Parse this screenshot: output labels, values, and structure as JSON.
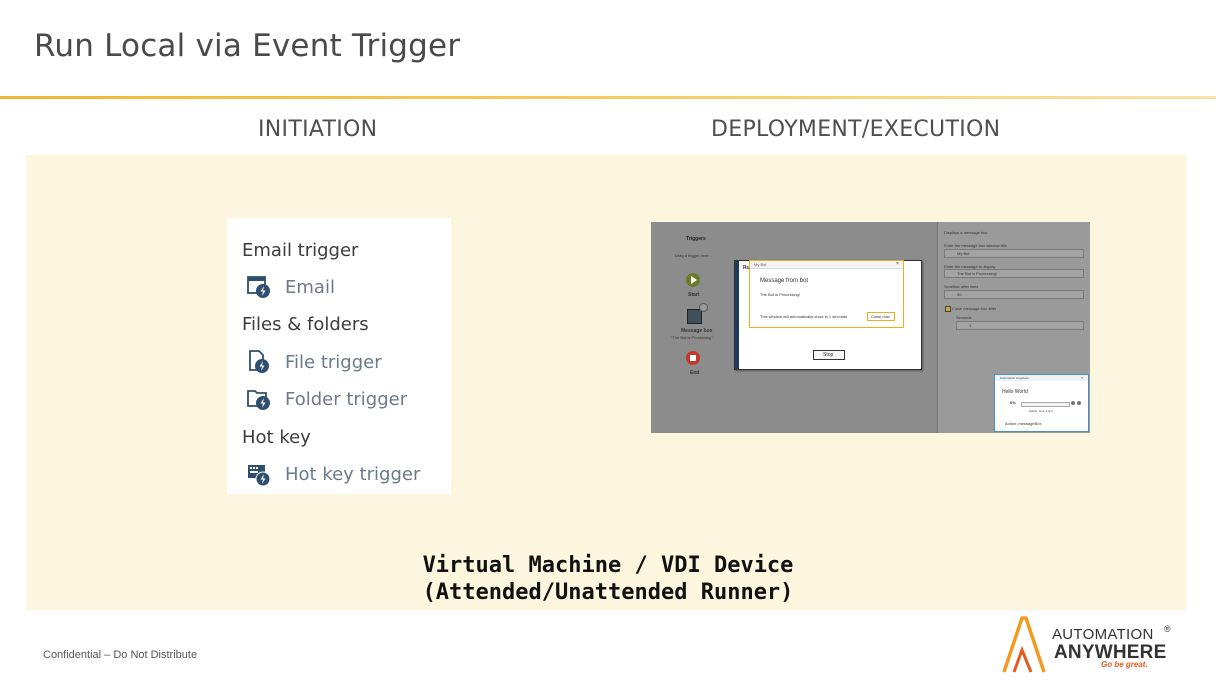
{
  "slide": {
    "title": "Run Local via Event Trigger",
    "col_initiation": "INITIATION",
    "col_deployment": "DEPLOYMENT/EXECUTION",
    "caption_line1": "Virtual Machine / VDI Device",
    "caption_line2": "(Attended/Unattended Runner)",
    "footer": "Confidential – Do Not Distribute",
    "accent_color": "#f2b531",
    "panel_color": "#fdf6df"
  },
  "triggers": {
    "groups": [
      {
        "label": "Email trigger",
        "items": [
          {
            "label": "Email",
            "icon": "email-trigger-icon"
          }
        ]
      },
      {
        "label": "Files & folders",
        "items": [
          {
            "label": "File trigger",
            "icon": "file-trigger-icon"
          },
          {
            "label": "Folder trigger",
            "icon": "folder-trigger-icon"
          }
        ]
      },
      {
        "label": "Hot key",
        "items": [
          {
            "label": "Hot key trigger",
            "icon": "hotkey-trigger-icon"
          }
        ]
      }
    ]
  },
  "screenshot": {
    "triggers_label": "Triggers",
    "drag_hint": "Drag a trigger here...",
    "start_label": "Start",
    "message_box_label": "Message box",
    "message_box_sub": "\"The Bot is Processing\"",
    "end_label": "End",
    "dialog_title": "My Bot",
    "dialog_heading": "Message from bot",
    "dialog_body": "The Bot is Processing!",
    "dialog_footer": "This window will automatically close in 1 seconds",
    "close_now": "Close now",
    "stop": "Stop",
    "right_panel": {
      "header": "Displays a message box",
      "title_label": "Enter the message box window title",
      "title_value": "My Bot",
      "message_label": "Enter the message to display",
      "message_value": "The Bot is Processing!",
      "scroll_label": "Scrollbar after lines",
      "scroll_value": "30",
      "close_label": "Close message box after",
      "seconds_label": "Seconds",
      "seconds_value": "1"
    },
    "notify": {
      "title": "Automation Anywhere",
      "hello": "Hello World",
      "percent": "0%",
      "active": "Active: Line 1 of 1",
      "action": "Action: messageBox"
    }
  },
  "logo": {
    "line1": "AUTOMATION",
    "line2": "ANYWHERE",
    "tagline": "Go be great.",
    "registered": "®"
  }
}
